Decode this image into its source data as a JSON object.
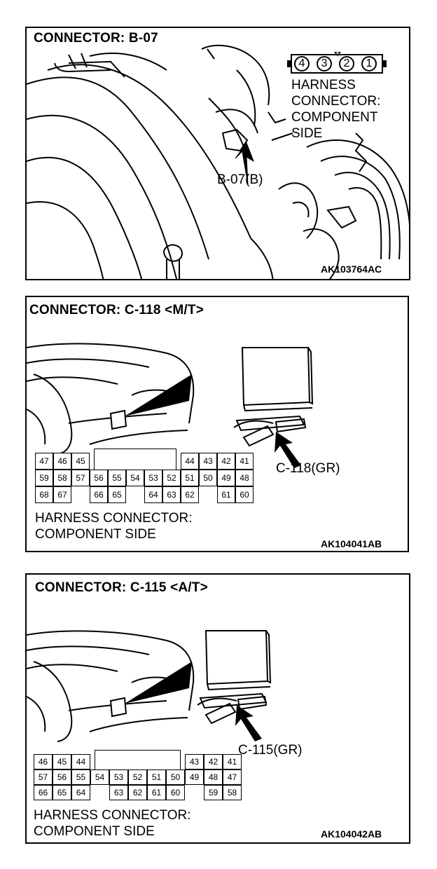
{
  "panels": [
    {
      "title": "CONNECTOR: B-07",
      "pins": [
        "4",
        "3",
        "2",
        "1"
      ],
      "harness_lines": [
        "HARNESS",
        "CONNECTOR:",
        "COMPONENT",
        "SIDE"
      ],
      "callout": "B-07(B)",
      "code": "AK103764AC"
    },
    {
      "title": "CONNECTOR: C-118 <M/T>",
      "callout": "C-118(GR)",
      "harness_lines": [
        "HARNESS CONNECTOR:",
        "COMPONENT SIDE"
      ],
      "code": "AK104041AB",
      "rows": [
        [
          "47",
          "46",
          "45",
          "",
          "",
          "",
          "",
          "",
          "44",
          "43",
          "42",
          "41"
        ],
        [
          "59",
          "58",
          "57",
          "56",
          "55",
          "54",
          "53",
          "52",
          "51",
          "50",
          "49",
          "48"
        ],
        [
          "68",
          "67",
          "",
          "66",
          "65",
          "",
          "64",
          "63",
          "62",
          "",
          "61",
          "60"
        ]
      ]
    },
    {
      "title": "CONNECTOR: C-115 <A/T>",
      "callout": "C-115(GR)",
      "harness_lines": [
        "HARNESS CONNECTOR:",
        "COMPONENT SIDE"
      ],
      "code": "AK104042AB",
      "rows": [
        [
          "46",
          "45",
          "44",
          "",
          "",
          "",
          "",
          "",
          "43",
          "42",
          "41"
        ],
        [
          "57",
          "56",
          "55",
          "54",
          "53",
          "52",
          "51",
          "50",
          "49",
          "48",
          "47"
        ],
        [
          "66",
          "65",
          "64",
          "",
          "63",
          "62",
          "61",
          "60",
          "",
          "59",
          "58"
        ]
      ]
    }
  ]
}
